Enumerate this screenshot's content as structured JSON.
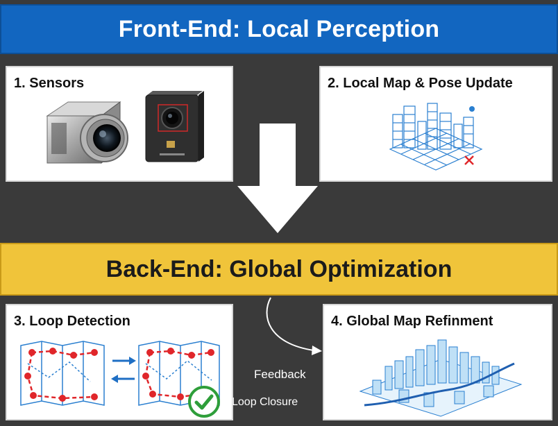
{
  "front_end": {
    "title": "Front-End: Local Perception"
  },
  "back_end": {
    "title": "Back-End: Global Optimization"
  },
  "panels": {
    "sensors": {
      "title": "1. Sensors"
    },
    "local_map": {
      "title": "2. Local Map & Pose Update"
    },
    "loop_detection": {
      "title": "3. Loop Detection"
    },
    "global_map": {
      "title": "4. Global Map Refinment"
    }
  },
  "labels": {
    "feedback": "Feedback",
    "loop_closure": "Loop Closure"
  },
  "colors": {
    "front_banner": "#1266c0",
    "back_banner": "#f0c43a",
    "map_blue": "#2a7fd0",
    "loop_red": "#e0262a",
    "check_green": "#2e9e3a"
  },
  "icons": [
    "camera-icon",
    "machine-vision-camera-icon",
    "city-wireframe-map-icon",
    "loop-graph-map-icon",
    "check-circle-icon",
    "down-arrow-icon",
    "curved-arrow-icon"
  ]
}
